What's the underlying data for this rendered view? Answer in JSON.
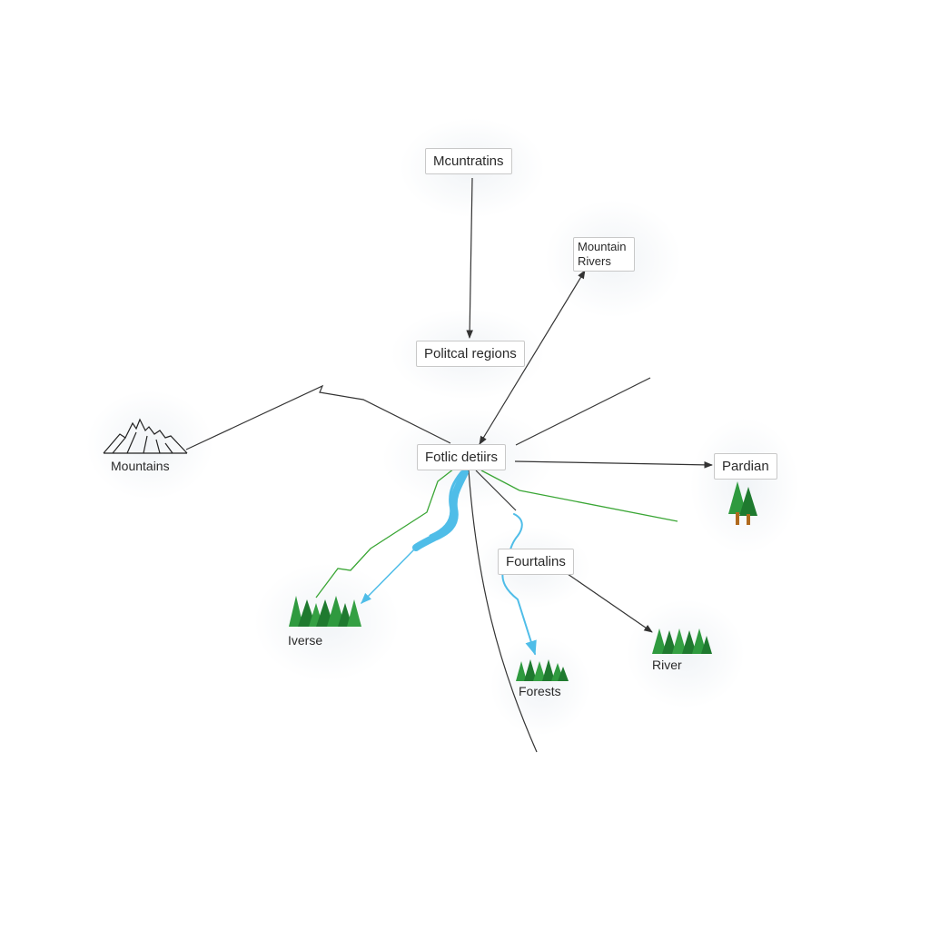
{
  "nodes": {
    "top_mountains": {
      "label": "Mcuntratins"
    },
    "mountain_rivers": {
      "line1": "Mountain",
      "line2": "Rivers"
    },
    "political_regions": {
      "label": "Politcal regions"
    },
    "center": {
      "label": "Fotlic detiirs"
    },
    "pardian": {
      "label": "Pardian"
    },
    "fourtalins": {
      "label": "Fourtalins"
    }
  },
  "labels": {
    "mountains": "Mountains",
    "iverse": "Iverse",
    "forests": "Forests",
    "river": "River"
  },
  "icons": {
    "mountain": "mountain-range-icon",
    "forest": "forest-trees-icon",
    "tree_pair": "pine-trees-icon",
    "river": "river-stream-icon"
  },
  "colors": {
    "connector": "#333333",
    "river": "#4fbde8",
    "green_path": "#3aa635",
    "tree_dark": "#1f7a2f",
    "tree_light": "#35a043",
    "trunk": "#b06a1e"
  }
}
